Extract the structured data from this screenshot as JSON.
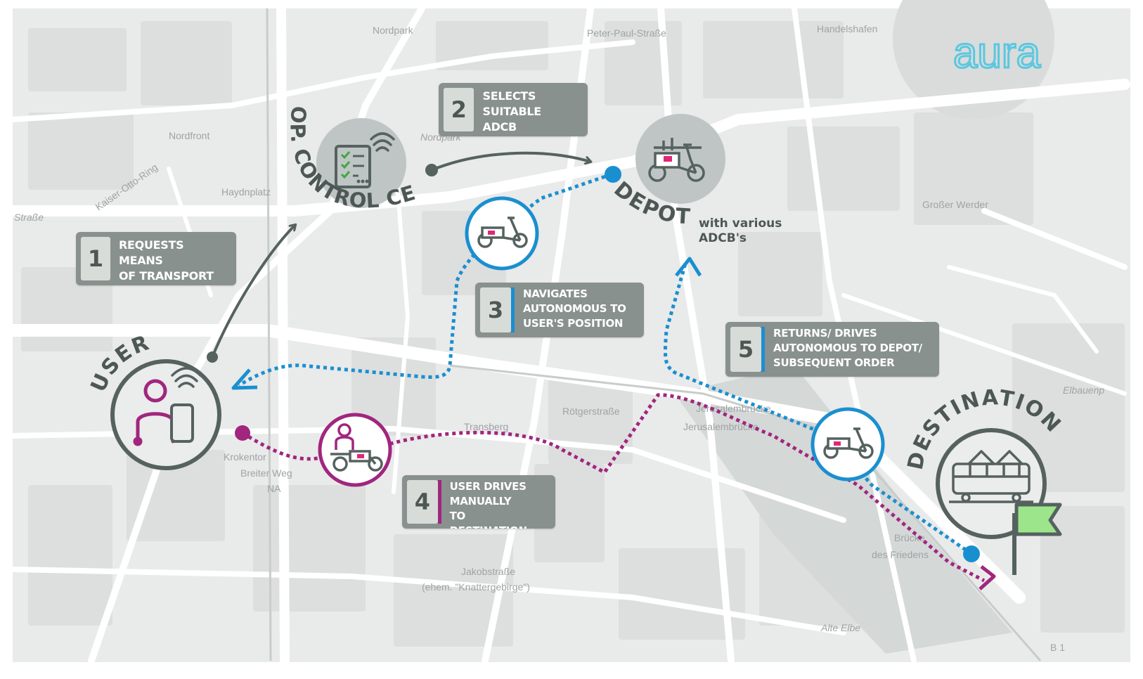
{
  "colors": {
    "map_bg": "#e9eaea",
    "road": "#ffffff",
    "block": "#dcdedd",
    "dark_grey": "#55625f",
    "box_bg": "#89918f",
    "blue": "#1a8fd0",
    "magenta": "#a0267e",
    "flag": "#9de58a",
    "logo": "#5bc7e0"
  },
  "logo": {
    "text": "aura"
  },
  "map_labels": [
    "Nordpark",
    "Peter-Paul-Straße",
    "Handelshafen",
    "Nordfront",
    "Nordpark",
    "Großer Werder",
    "Elbauenp",
    "Jerusalembrücke",
    "Jerusalembrücke",
    "Krokentor",
    "Breiter Weg",
    "NA",
    "Transberg",
    "Rötgerstraße",
    "Jakobstraße",
    "(ehem. \"Knattergebirge\")",
    "Brücke",
    "des Friedens",
    "Alte Elbe",
    "B 1",
    "Straße",
    "Haydnplatz",
    "Kaiser-Otto-Ring"
  ],
  "nodes": {
    "user": {
      "title": "USER",
      "icon": "user-phone-icon"
    },
    "control_centre": {
      "title": "OP. CONTROL CENTRE",
      "icon": "checklist-wifi-icon"
    },
    "depot": {
      "title": "DEPOT",
      "note": "with various\nADCB's",
      "icon": "cargo-bikes-icon"
    },
    "destination": {
      "title": "DESTINATION",
      "icon": "tram-icon",
      "flag_icon": "flag-icon"
    }
  },
  "steps": [
    {
      "num": "1",
      "text": "REQUESTS MEANS\nOF TRANSPORT",
      "accent": ""
    },
    {
      "num": "2",
      "text": "SELECTS\nSUITABLE ADCB",
      "accent": ""
    },
    {
      "num": "3",
      "text": "NAVIGATES\nAUTONOMOUS TO\nUSER'S POSITION",
      "accent": "#1a8fd0"
    },
    {
      "num": "4",
      "text": "USER DRIVES\nMANUALLY\nTO DESTINATION",
      "accent": "#a0267e"
    },
    {
      "num": "5",
      "text": "RETURNS/ DRIVES\nAUTONOMOUS TO DEPOT/\nSUBSEQUENT ORDER",
      "accent": "#1a8fd0"
    }
  ]
}
